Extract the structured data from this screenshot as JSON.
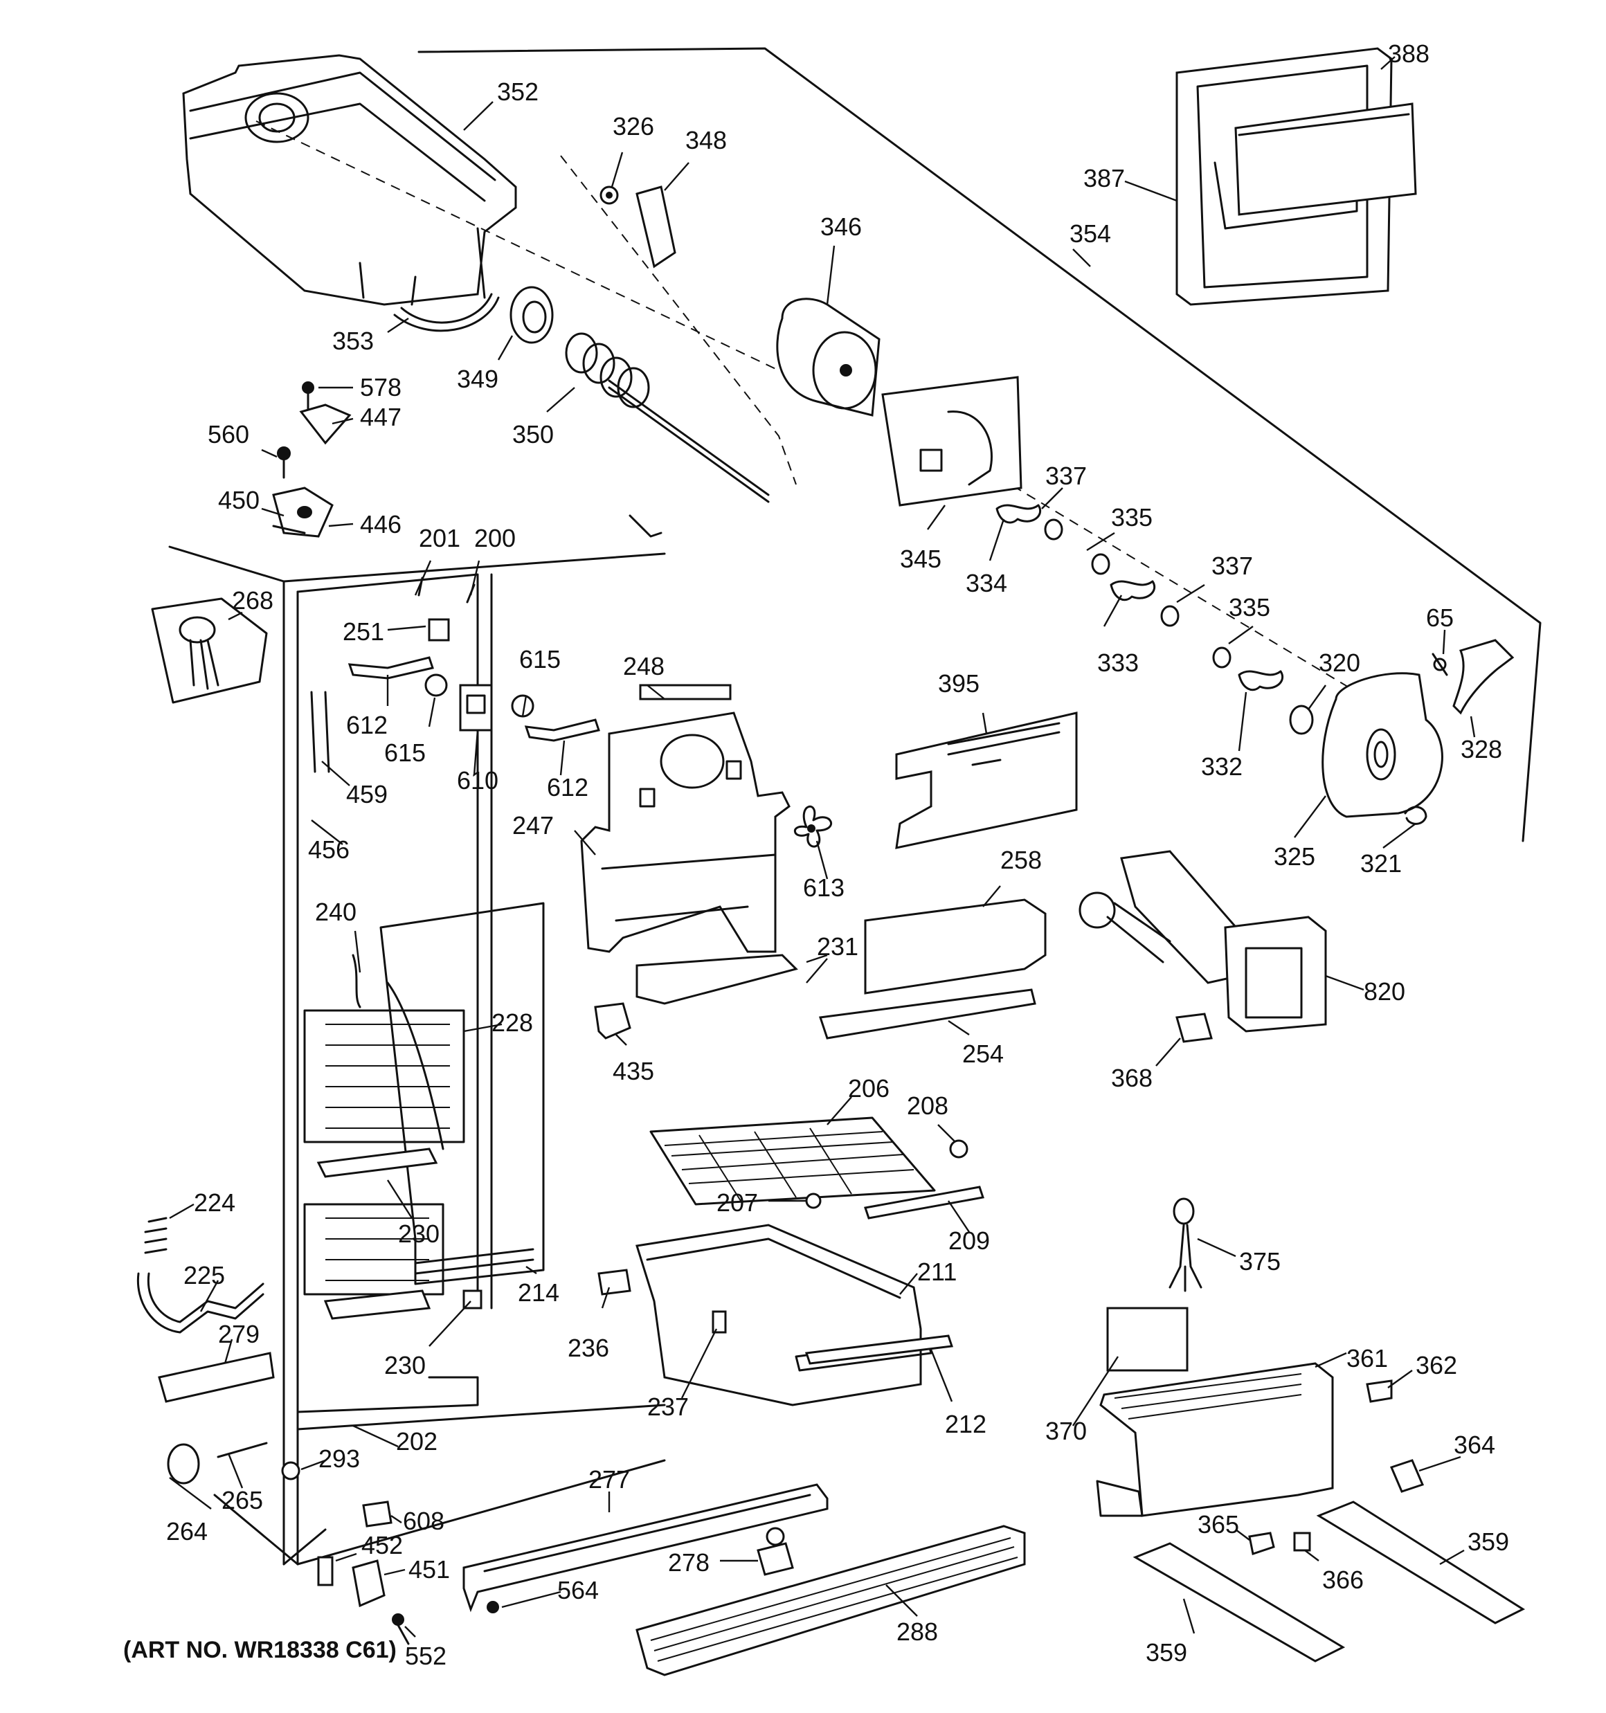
{
  "caption": "(ART NO. WR18338 C61)",
  "callouts": [
    {
      "id": "352",
      "label": "352"
    },
    {
      "id": "326",
      "label": "326"
    },
    {
      "id": "348",
      "label": "348"
    },
    {
      "id": "346",
      "label": "346"
    },
    {
      "id": "388",
      "label": "388"
    },
    {
      "id": "387",
      "label": "387"
    },
    {
      "id": "354",
      "label": "354"
    },
    {
      "id": "353",
      "label": "353"
    },
    {
      "id": "349",
      "label": "349"
    },
    {
      "id": "350",
      "label": "350"
    },
    {
      "id": "578",
      "label": "578"
    },
    {
      "id": "447",
      "label": "447"
    },
    {
      "id": "560",
      "label": "560"
    },
    {
      "id": "450",
      "label": "450"
    },
    {
      "id": "446",
      "label": "446"
    },
    {
      "id": "345",
      "label": "345"
    },
    {
      "id": "337a",
      "label": "337"
    },
    {
      "id": "335a",
      "label": "335"
    },
    {
      "id": "334",
      "label": "334"
    },
    {
      "id": "337b",
      "label": "337"
    },
    {
      "id": "335b",
      "label": "335"
    },
    {
      "id": "333",
      "label": "333"
    },
    {
      "id": "201",
      "label": "201"
    },
    {
      "id": "200",
      "label": "200"
    },
    {
      "id": "268",
      "label": "268"
    },
    {
      "id": "251",
      "label": "251"
    },
    {
      "id": "612a",
      "label": "612"
    },
    {
      "id": "615a",
      "label": "615"
    },
    {
      "id": "615b",
      "label": "615"
    },
    {
      "id": "610",
      "label": "610"
    },
    {
      "id": "612b",
      "label": "612"
    },
    {
      "id": "248",
      "label": "248"
    },
    {
      "id": "459",
      "label": "459"
    },
    {
      "id": "456",
      "label": "456"
    },
    {
      "id": "395",
      "label": "395"
    },
    {
      "id": "65",
      "label": "65"
    },
    {
      "id": "320",
      "label": "320"
    },
    {
      "id": "328",
      "label": "328"
    },
    {
      "id": "332",
      "label": "332"
    },
    {
      "id": "325",
      "label": "325"
    },
    {
      "id": "321",
      "label": "321"
    },
    {
      "id": "247",
      "label": "247"
    },
    {
      "id": "613",
      "label": "613"
    },
    {
      "id": "240",
      "label": "240"
    },
    {
      "id": "258",
      "label": "258"
    },
    {
      "id": "231",
      "label": "231"
    },
    {
      "id": "228",
      "label": "228"
    },
    {
      "id": "820",
      "label": "820"
    },
    {
      "id": "435",
      "label": "435"
    },
    {
      "id": "254",
      "label": "254"
    },
    {
      "id": "368",
      "label": "368"
    },
    {
      "id": "206",
      "label": "206"
    },
    {
      "id": "208",
      "label": "208"
    },
    {
      "id": "224",
      "label": "224"
    },
    {
      "id": "207",
      "label": "207"
    },
    {
      "id": "230a",
      "label": "230"
    },
    {
      "id": "209",
      "label": "209"
    },
    {
      "id": "225",
      "label": "225"
    },
    {
      "id": "211",
      "label": "211"
    },
    {
      "id": "375",
      "label": "375"
    },
    {
      "id": "214",
      "label": "214"
    },
    {
      "id": "279",
      "label": "279"
    },
    {
      "id": "236",
      "label": "236"
    },
    {
      "id": "230b",
      "label": "230"
    },
    {
      "id": "361",
      "label": "361"
    },
    {
      "id": "362",
      "label": "362"
    },
    {
      "id": "237",
      "label": "237"
    },
    {
      "id": "212",
      "label": "212"
    },
    {
      "id": "202",
      "label": "202"
    },
    {
      "id": "293",
      "label": "293"
    },
    {
      "id": "370",
      "label": "370"
    },
    {
      "id": "364",
      "label": "364"
    },
    {
      "id": "265",
      "label": "265"
    },
    {
      "id": "277",
      "label": "277"
    },
    {
      "id": "264",
      "label": "264"
    },
    {
      "id": "608",
      "label": "608"
    },
    {
      "id": "452",
      "label": "452"
    },
    {
      "id": "451",
      "label": "451"
    },
    {
      "id": "278",
      "label": "278"
    },
    {
      "id": "365",
      "label": "365"
    },
    {
      "id": "359a",
      "label": "359"
    },
    {
      "id": "366",
      "label": "366"
    },
    {
      "id": "564",
      "label": "564"
    },
    {
      "id": "288",
      "label": "288"
    },
    {
      "id": "552",
      "label": "552"
    },
    {
      "id": "359b",
      "label": "359"
    }
  ]
}
